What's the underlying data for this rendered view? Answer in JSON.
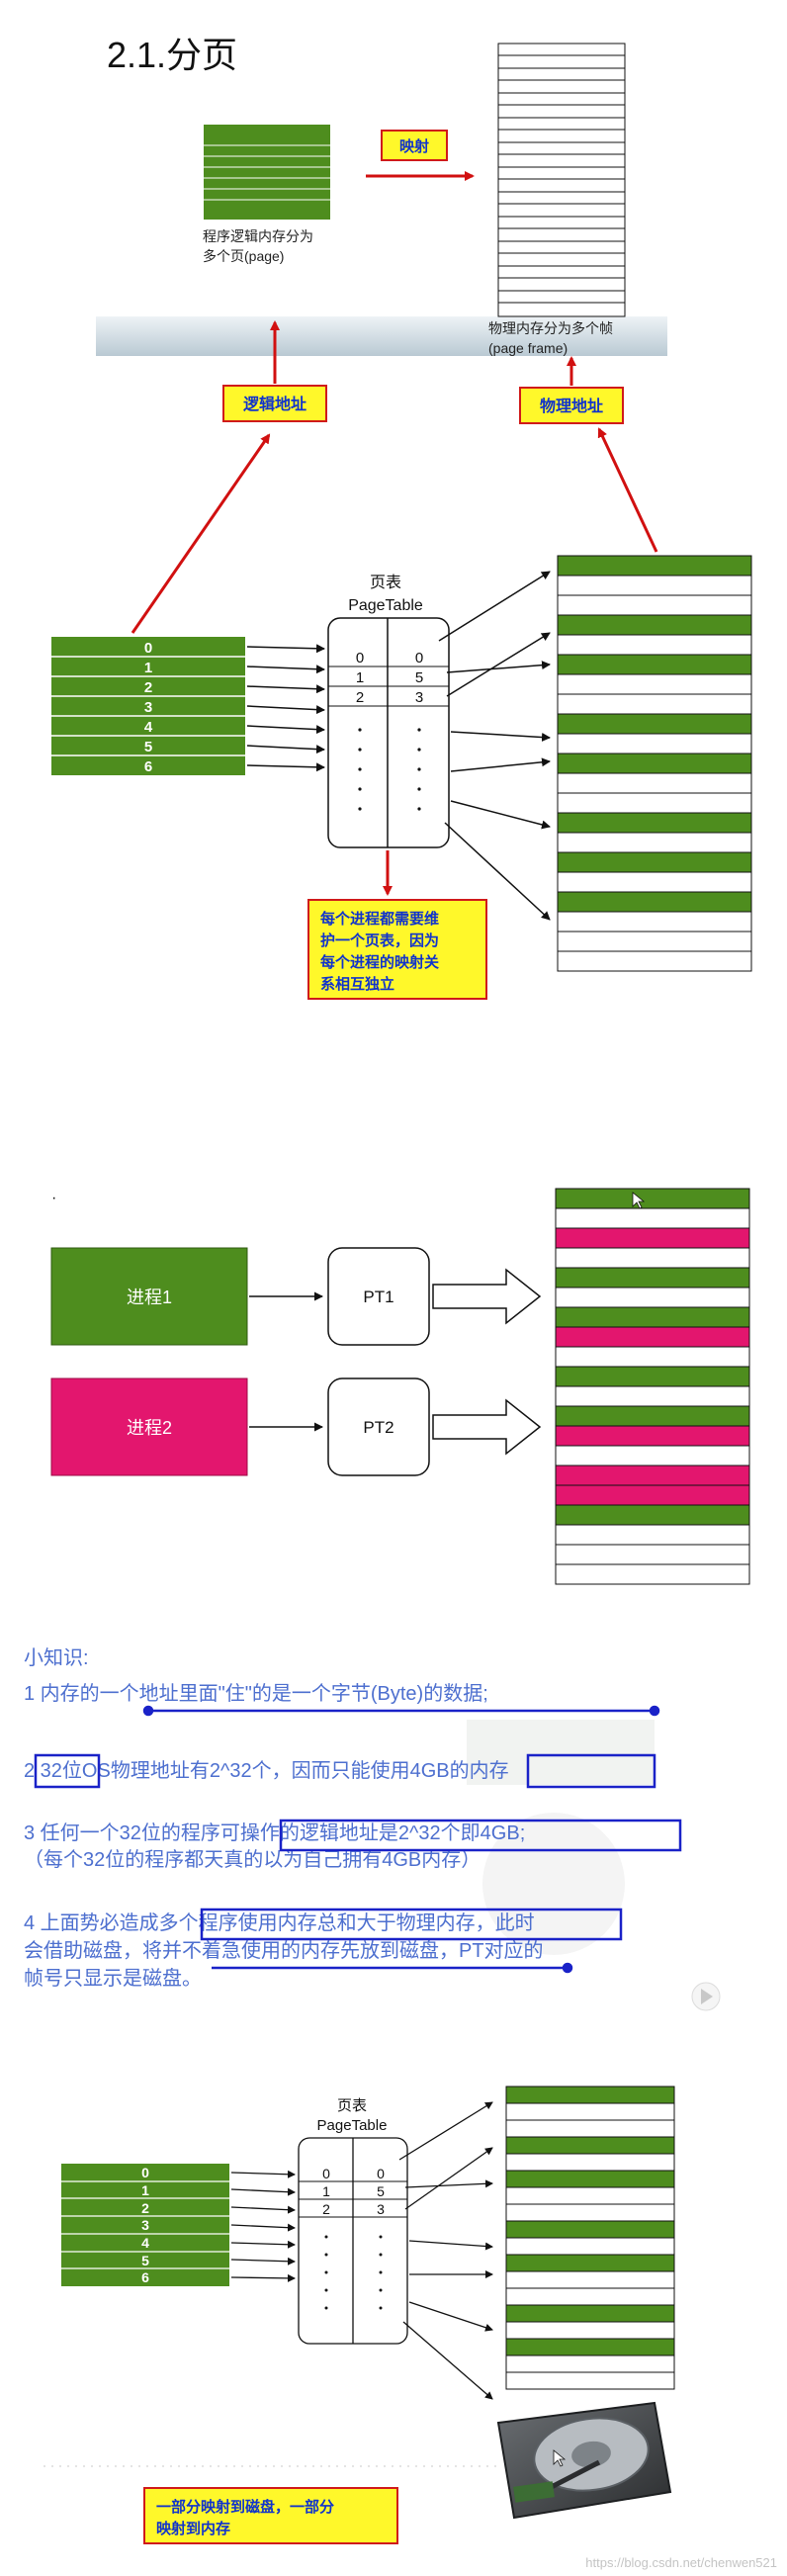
{
  "section1": {
    "title": "2.1.分页",
    "mapping_label": "映射",
    "logical_desc_line1": "程序逻辑内存分为",
    "logical_desc_line2": "多个页(page)",
    "physical_desc_line1": "物理内存分为多个帧",
    "physical_desc_line2": "(page frame)",
    "logical_addr_label": "逻辑地址",
    "physical_addr_label": "物理地址",
    "pagetable_title_line1": "页表",
    "pagetable_title_line2": "PageTable",
    "pages": [
      "0",
      "1",
      "2",
      "3",
      "4",
      "5",
      "6"
    ],
    "table_rows": [
      [
        "0",
        "0"
      ],
      [
        "1",
        "5"
      ],
      [
        "2",
        "3"
      ]
    ],
    "note_lines": [
      "每个进程都需要维",
      "护一个页表，因为",
      "每个进程的映射关",
      "系相互独立"
    ]
  },
  "section2": {
    "process1": "进程1",
    "process2": "进程2",
    "pt1": "PT1",
    "pt2": "PT2"
  },
  "section3": {
    "heading": "小知识:",
    "item1": "1 内存的一个地址里面\"住\"的是一个字节(Byte)的数据;",
    "item2": "2 32位OS物理地址有2^32个，因而只能使用4GB的内存",
    "item3_line1": "3 任何一个32位的程序可操作的逻辑地址是2^32个即4GB;",
    "item3_line2": "（每个32位的程序都天真的以为自己拥有4GB内存）",
    "item4_line1": "4 上面势必造成多个程序使用内存总和大于物理内存，此时",
    "item4_line2": "会借助磁盘，将并不着急使用的内存先放到磁盘，PT对应的",
    "item4_line3": "帧号只显示是磁盘。"
  },
  "section4": {
    "pagetable_title_line1": "页表",
    "pagetable_title_line2": "PageTable",
    "pages": [
      "0",
      "1",
      "2",
      "3",
      "4",
      "5",
      "6"
    ],
    "table_rows": [
      [
        "0",
        "0"
      ],
      [
        "1",
        "5"
      ],
      [
        "2",
        "3"
      ]
    ],
    "note_line1": "一部分映射到磁盘，一部分",
    "note_line2": "映射到内存",
    "watermark": "https://blog.csdn.net/chenwen521"
  },
  "colors": {
    "green": "#4e8d1e",
    "pink": "#e3166e",
    "red_arrow": "#d11010",
    "label_bg": "#fff82a",
    "label_border": "#d01a1a",
    "label_text": "#1033cc",
    "knowledge_text": "#4d6fcf",
    "highlight_box": "#1a22c8"
  }
}
